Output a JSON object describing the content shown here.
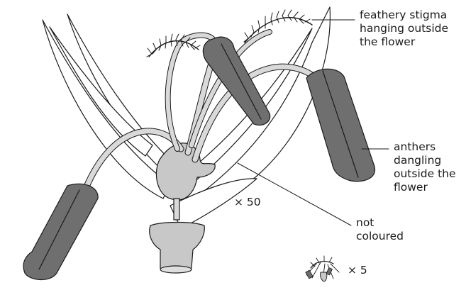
{
  "labels": {
    "stigma": "feathery stigma\nhanging outside\nthe flower",
    "anthers": "anthers\ndangling\noutside the\nflower",
    "not_coloured": "not\ncoloured"
  },
  "magnifications": {
    "main": "× 50",
    "inset": "× 5"
  },
  "colors": {
    "anther_fill": "#6f6f6f",
    "ovary_fill": "#c8c8c8",
    "filament_fill": "#d9d9d9",
    "outline": "#1a1a1a"
  }
}
